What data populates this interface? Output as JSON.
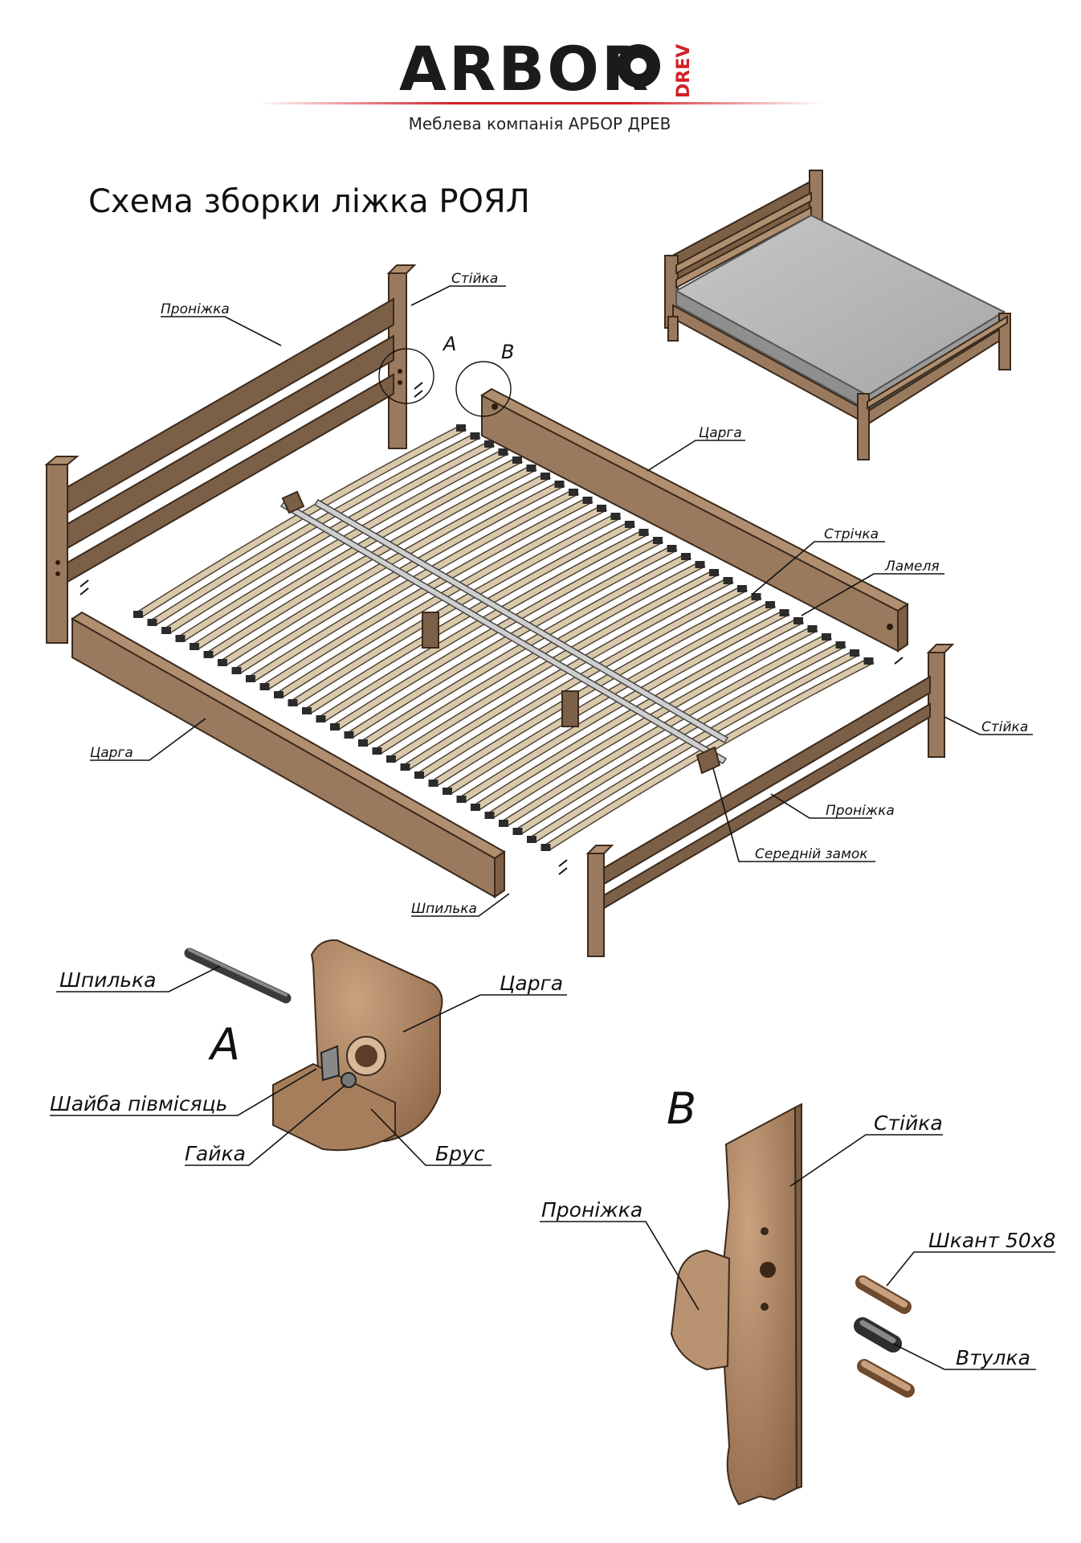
{
  "header": {
    "logo_word": "ARBOR",
    "logo_side": "DREV",
    "tagline": "Меблева компанія АРБОР ДРЕВ"
  },
  "title": "Схема зборки ліжка РОЯЛ",
  "labels": {
    "proninzhka_top": "Проніжка",
    "stiika_top": "Стійка",
    "detail_a_marker": "A",
    "detail_b_marker": "B",
    "tsarga_right": "Царга",
    "strichka": "Стрічка",
    "lamela": "Ламеля",
    "stiika_right": "Стійка",
    "tsarga_left": "Царга",
    "proninzhka_front": "Проніжка",
    "serednii_zamok": "Середній замок",
    "shpylka_mid": "Шпилька"
  },
  "detail_a": {
    "letter": "A",
    "shpylka": "Шпилька",
    "tsarga": "Царга",
    "shaiba": "Шайба півмісяць",
    "haika": "Гайка",
    "brus": "Брус"
  },
  "detail_b": {
    "letter": "B",
    "stiika": "Стійка",
    "proninzhka": "Проніжка",
    "shkant": "Шкант 50х8",
    "vtulka": "Втулка"
  },
  "colors": {
    "wood": "#9a7a5e",
    "slat": "#d8c9ad",
    "mattress": "#b9b9b9",
    "accent_red": "#d21f26"
  },
  "counts": {
    "slats": 30
  }
}
